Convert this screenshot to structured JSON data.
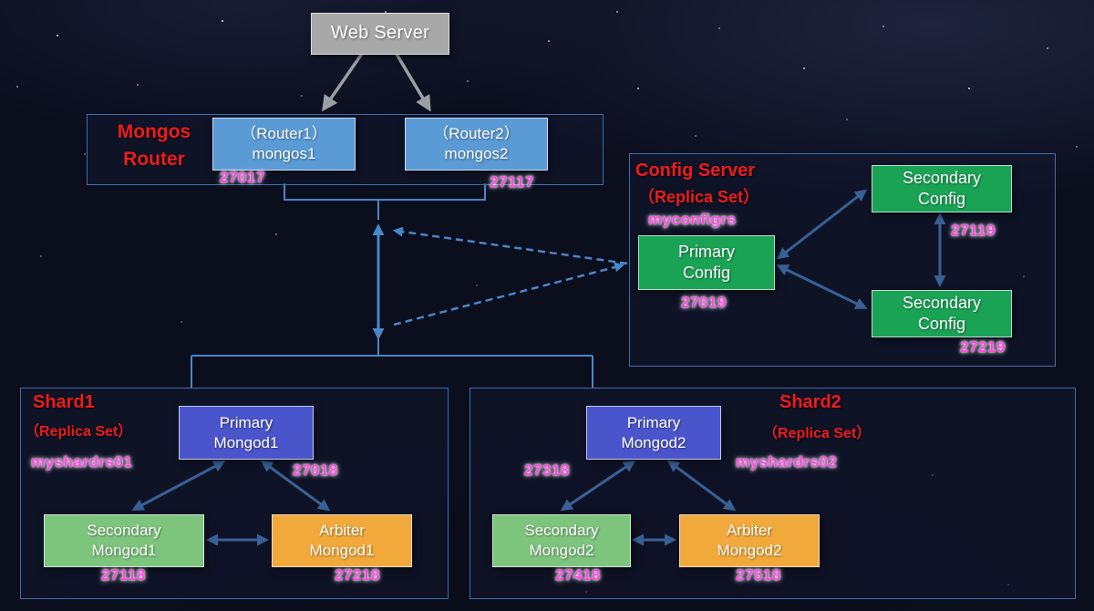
{
  "web_server": {
    "label": "Web Server"
  },
  "mongos": {
    "title_line1": "Mongos",
    "title_line2": "Router",
    "router1": {
      "line1": "（Router1）",
      "line2": "mongos1",
      "port": "27017"
    },
    "router2": {
      "line1": "（Router2）",
      "line2": "mongos2",
      "port": "27117"
    }
  },
  "config": {
    "title": "Config Server",
    "subtitle": "（Replica Set）",
    "replica_set": "myconfigrs",
    "primary": {
      "line1": "Primary",
      "line2": "Config",
      "port": "27019"
    },
    "secondary_top": {
      "line1": "Secondary",
      "line2": "Config",
      "port": "27119"
    },
    "secondary_bottom": {
      "line1": "Secondary",
      "line2": "Config",
      "port": "27219"
    }
  },
  "shard1": {
    "title": "Shard1",
    "subtitle": "（Replica Set）",
    "replica_set": "myshardrs01",
    "primary": {
      "line1": "Primary",
      "line2": "Mongod1",
      "port": "27018"
    },
    "secondary": {
      "line1": "Secondary",
      "line2": "Mongod1",
      "port": "27118"
    },
    "arbiter": {
      "line1": "Arbiter",
      "line2": "Mongod1",
      "port": "27218"
    }
  },
  "shard2": {
    "title": "Shard2",
    "subtitle": "（Replica Set）",
    "replica_set": "myshardrs02",
    "primary": {
      "line1": "Primary",
      "line2": "Mongod2",
      "port": "27318"
    },
    "secondary": {
      "line1": "Secondary",
      "line2": "Mongod2",
      "port": "27418"
    },
    "arbiter": {
      "line1": "Arbiter",
      "line2": "Mongod2",
      "port": "27518"
    }
  },
  "colors": {
    "background": "#0b0e1d",
    "group_border": "#3e6ea8",
    "webserver_box": "#a8a8a8",
    "router_box": "#5b9bd5",
    "config_box": "#1ba355",
    "primary_box": "#4a55cc",
    "secondary_box": "#7dc47d",
    "arbiter_box": "#f2a93b",
    "red_label": "#ee1c1c",
    "pink_label": "#ff49e1",
    "arrow_blue": "#4a86c8",
    "arrow_gray": "#9aa0a6"
  }
}
